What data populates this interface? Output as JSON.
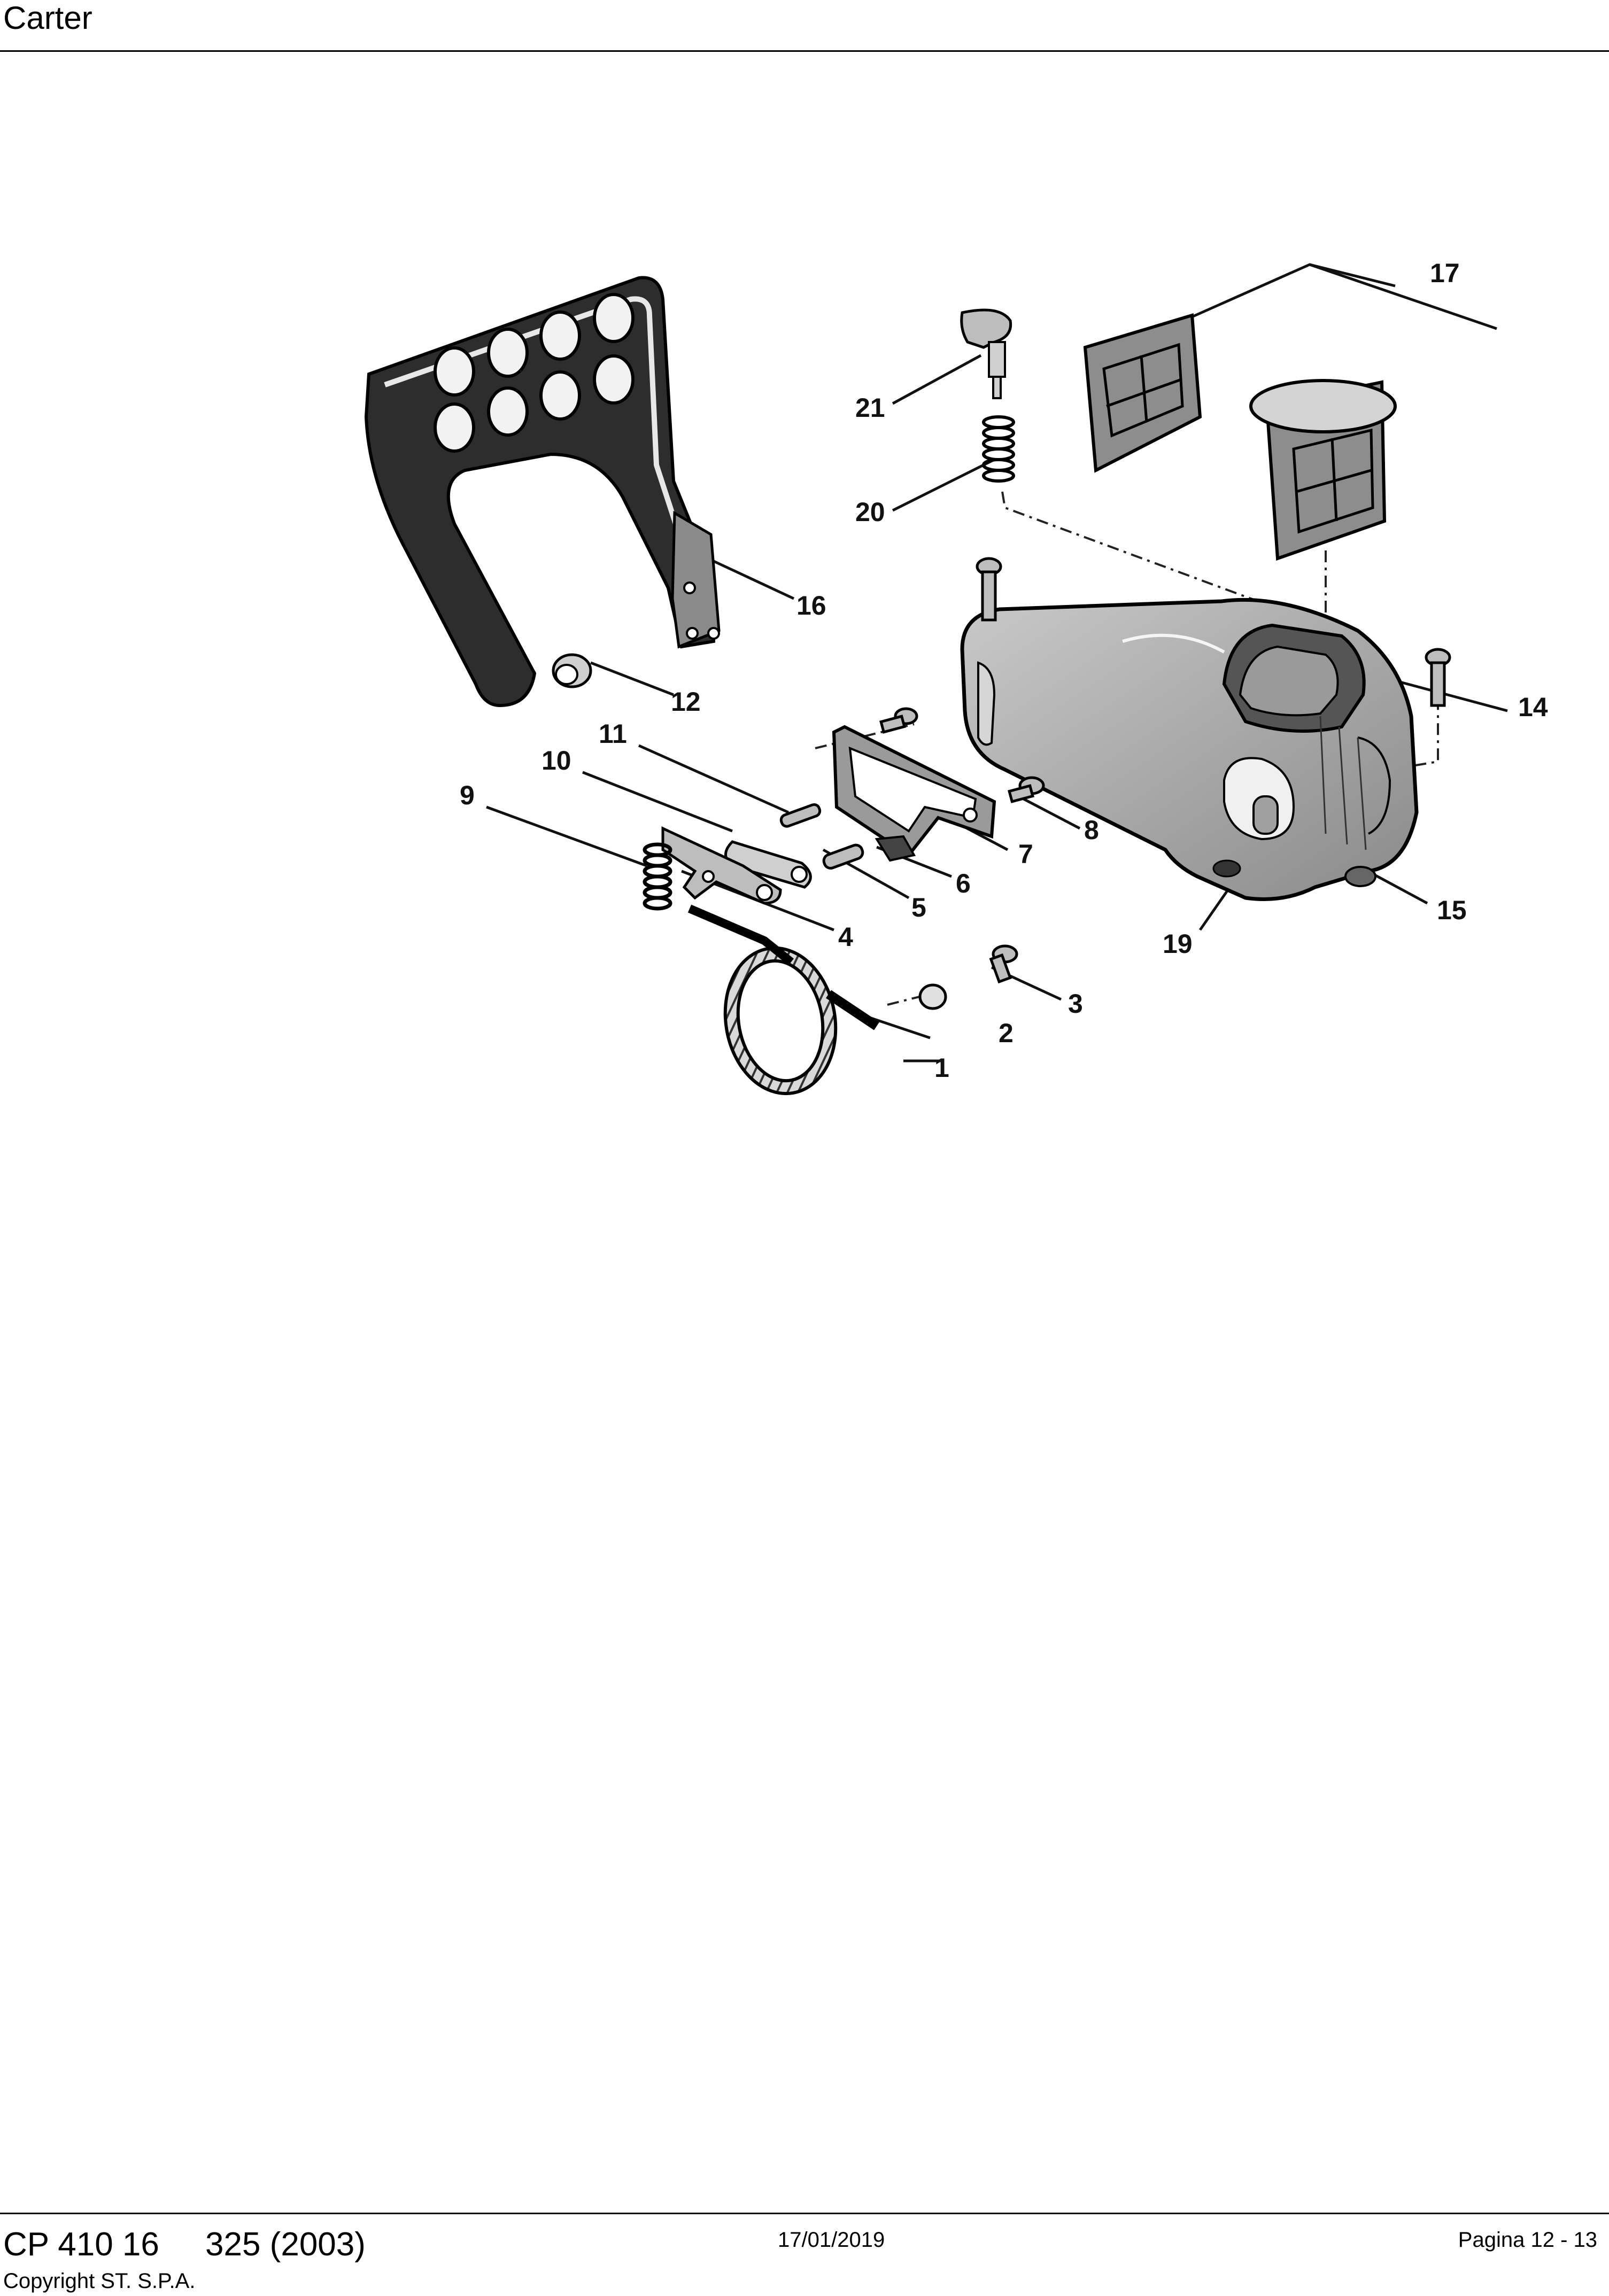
{
  "header": {
    "title": "Carter"
  },
  "diagram": {
    "callouts": [
      "1",
      "2",
      "3",
      "4",
      "5",
      "6",
      "7",
      "8",
      "9",
      "10",
      "11",
      "12",
      "14",
      "15",
      "16",
      "17",
      "19",
      "20",
      "21"
    ]
  },
  "footer": {
    "model": "CP 410 16",
    "year_code": "325 (2003)",
    "copyright": "Copyright ST. S.P.A.",
    "date": "17/01/2019",
    "page": "Pagina 12 - 13"
  }
}
